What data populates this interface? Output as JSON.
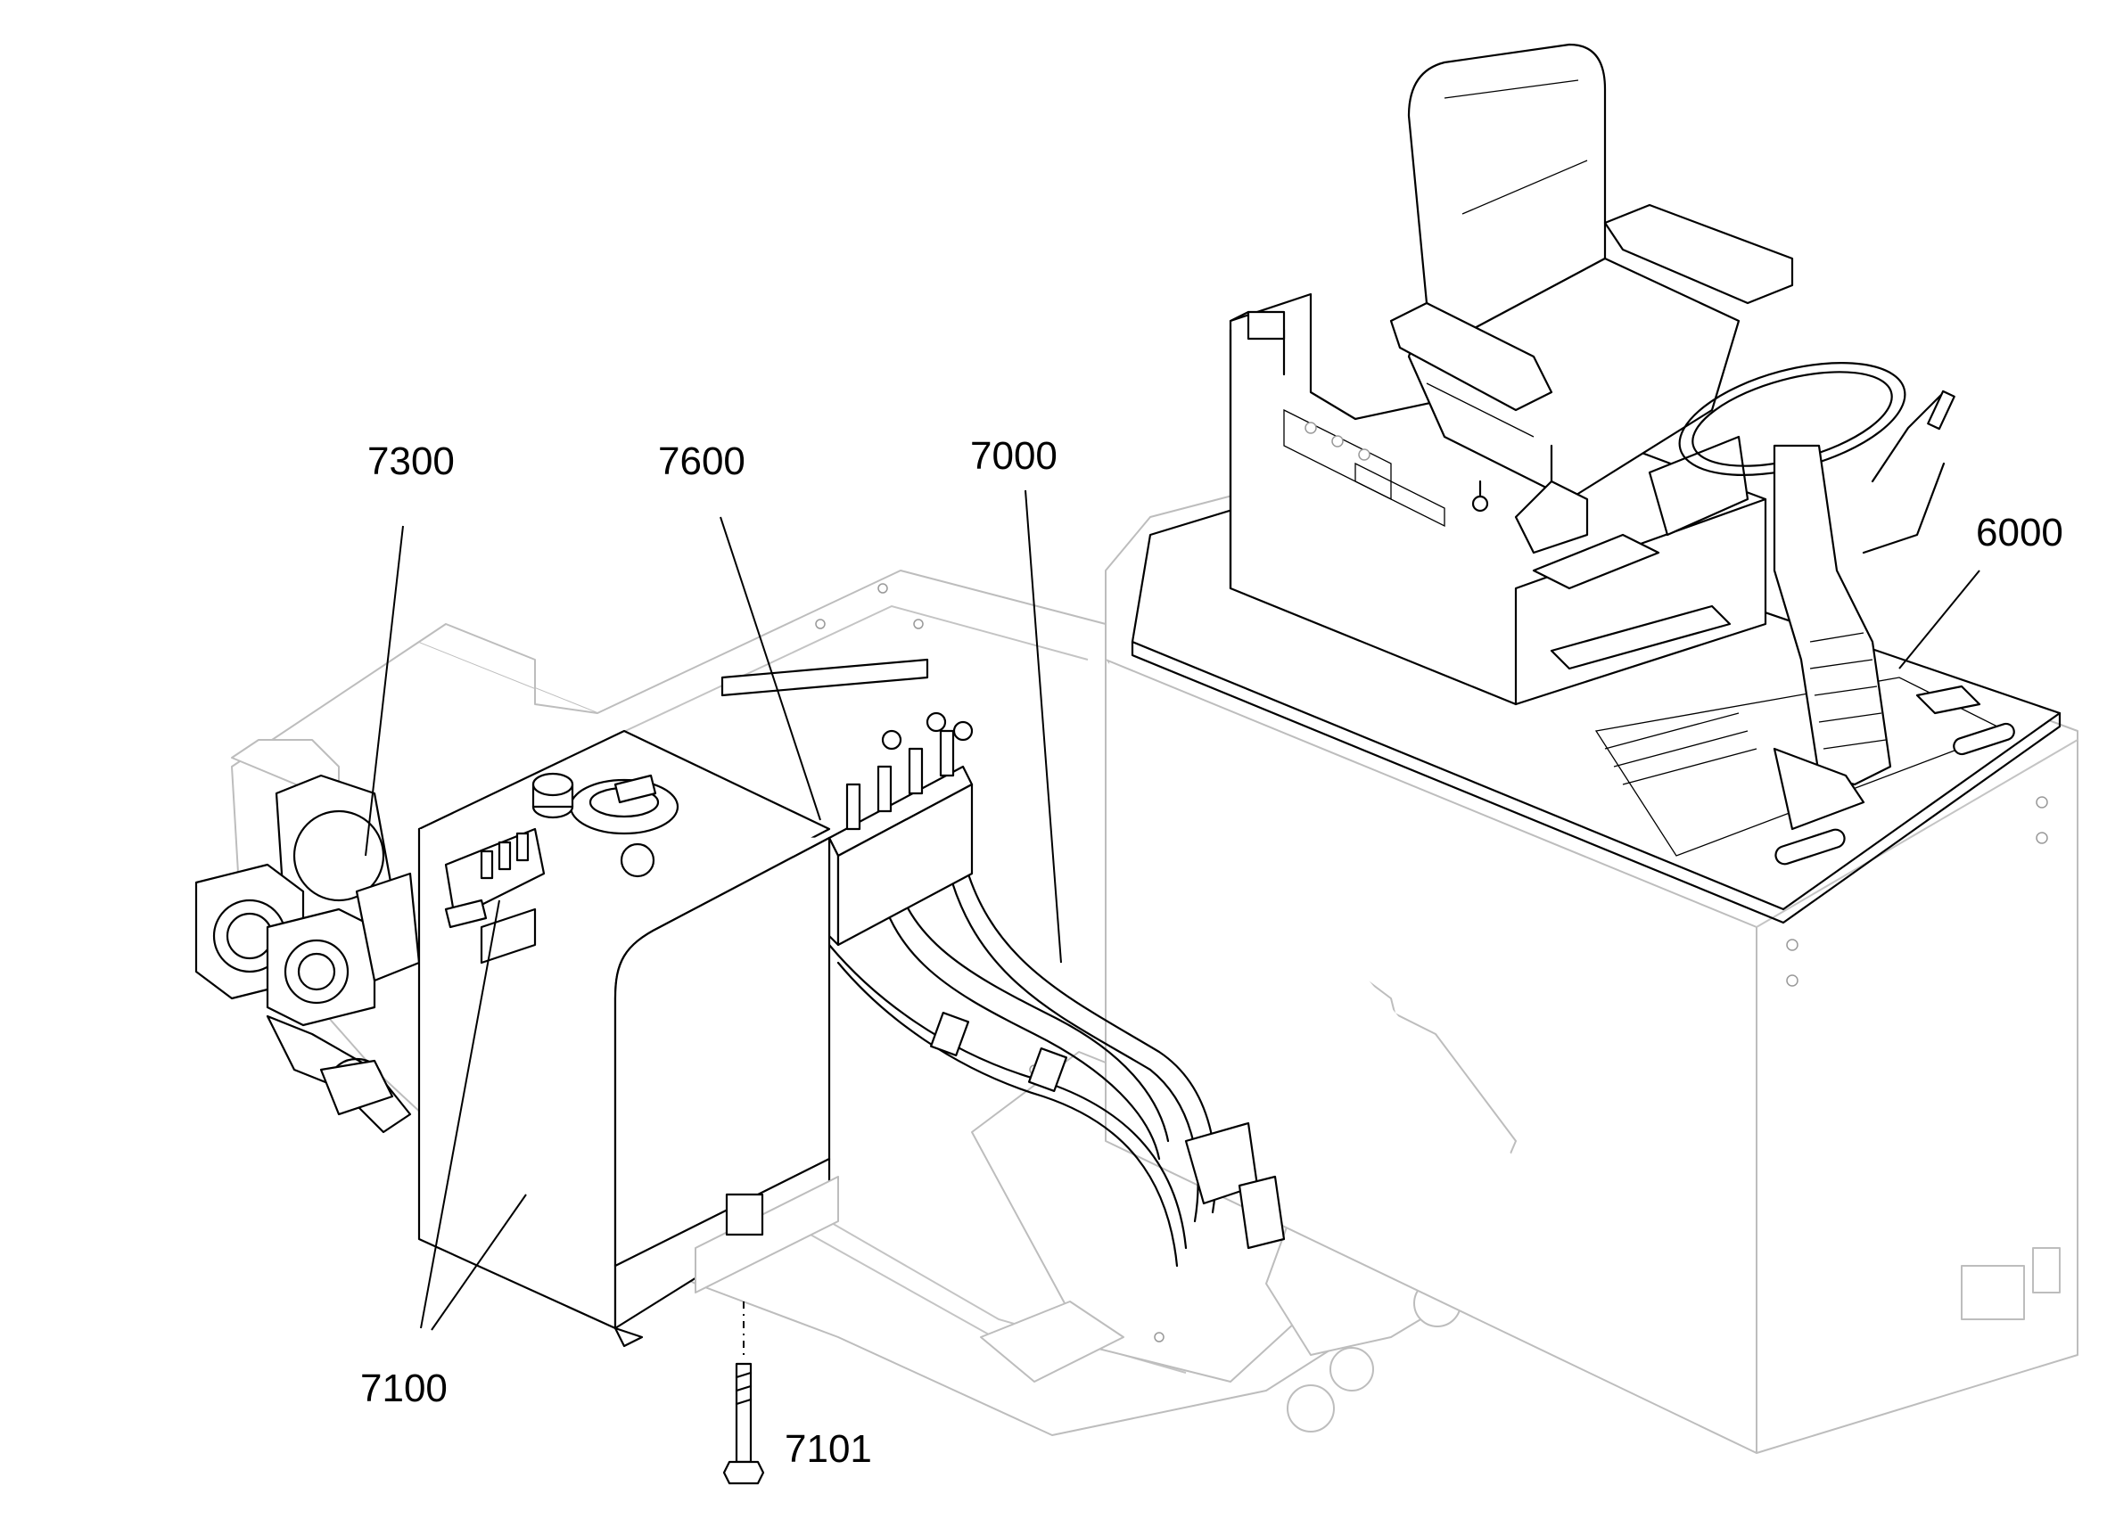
{
  "diagram": {
    "callouts": {
      "c6000": "6000",
      "c7000": "7000",
      "c7100": "7100",
      "c7101": "7101",
      "c7300": "7300",
      "c7600": "7600"
    }
  }
}
